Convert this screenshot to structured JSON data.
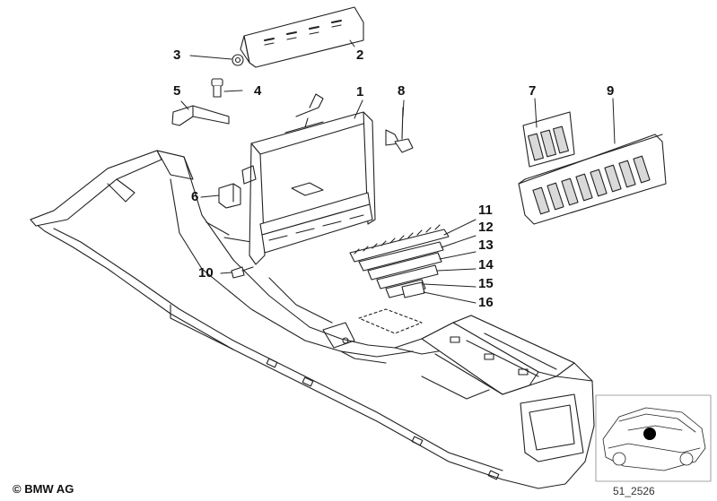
{
  "diagram": {
    "callouts": [
      "1",
      "2",
      "3",
      "4",
      "5",
      "6",
      "7",
      "8",
      "9",
      "10",
      "11",
      "12",
      "13",
      "14",
      "15",
      "16"
    ],
    "copyright": "© BMW AG",
    "reference": "51_2526"
  },
  "colors": {
    "line": "#222222",
    "fill": "#ffffff",
    "shade": "#d9d9d9",
    "marker": "#000000"
  }
}
